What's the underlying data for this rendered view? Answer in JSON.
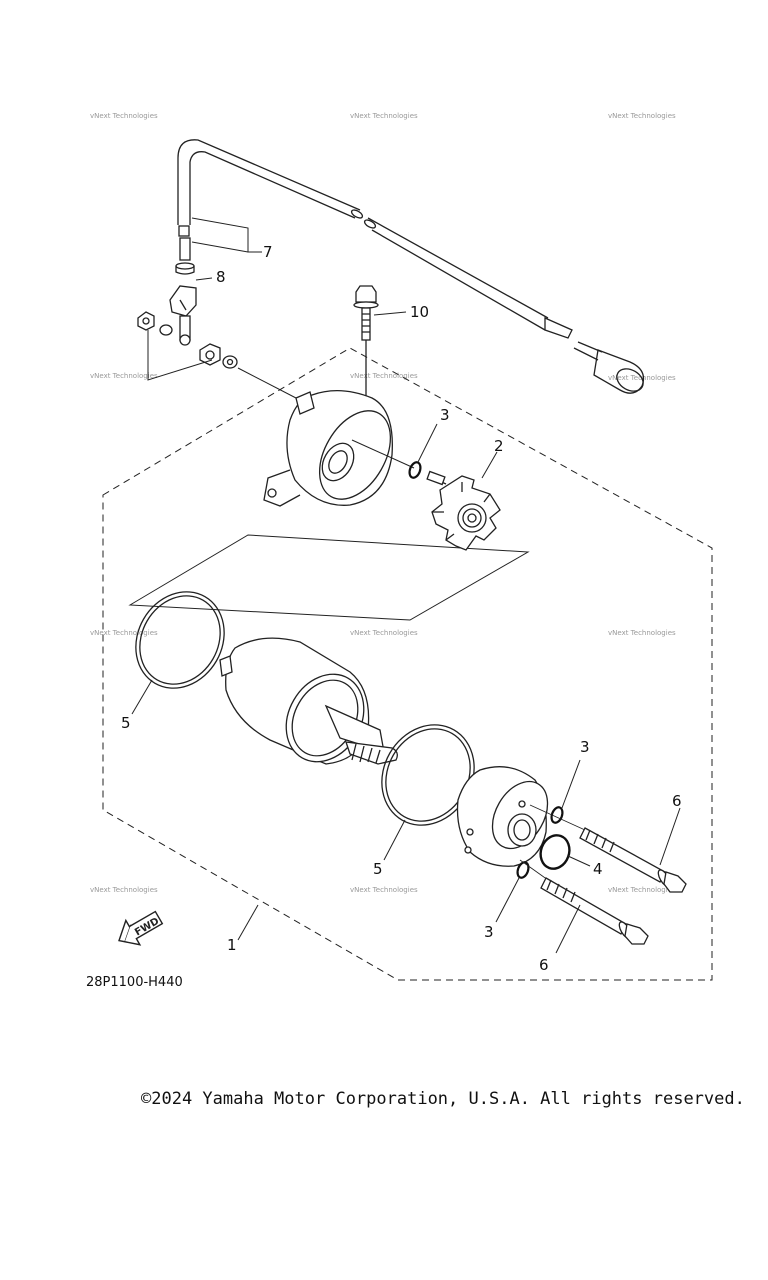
{
  "diagram": {
    "callouts": {
      "c1": "1",
      "c2": "2",
      "c3a": "3",
      "c3b": "3",
      "c3c": "3",
      "c4": "4",
      "c5a": "5",
      "c5b": "5",
      "c6a": "6",
      "c6b": "6",
      "c7": "7",
      "c8": "8",
      "c10": "10"
    },
    "watermark": "vNext Technologies",
    "fwd_label": "FWD",
    "reference_code": "28P1100-H440"
  },
  "footer": {
    "copyright": "©2024 Yamaha Motor Corporation, U.S.A. All rights reserved."
  }
}
